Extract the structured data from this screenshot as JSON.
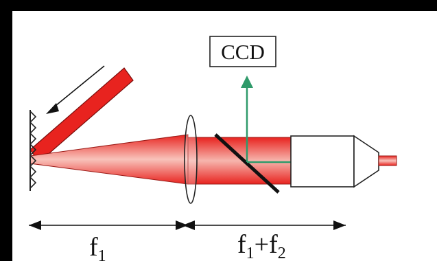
{
  "labels": {
    "ccd": "CCD",
    "f1": "f",
    "f1_sub": "1",
    "f1f2_a": "f",
    "f1f2_a_sub": "1",
    "f1f2_plus": "+f",
    "f1f2_b_sub": "2"
  },
  "colors": {
    "beam_red": "#e8231f",
    "beam_light": "#f6b5ad",
    "ccd_path": "#2f9a6a",
    "outline": "#222222",
    "frame": "#000000"
  }
}
